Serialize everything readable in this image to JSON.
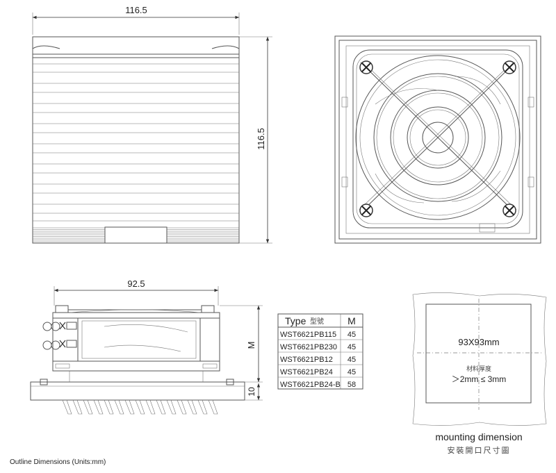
{
  "front_view": {
    "width_label": "116.5",
    "height_label": "116.5"
  },
  "side_view": {
    "width_label": "92.5",
    "m_label": "M",
    "base_label": "10"
  },
  "type_table": {
    "header_type": "Type",
    "header_type_cn": "型號",
    "header_m": "M",
    "rows": [
      {
        "type": "WST6621PB115",
        "m": "45"
      },
      {
        "type": "WST6621PB230",
        "m": "45"
      },
      {
        "type": "WST6621PB12",
        "m": "45"
      },
      {
        "type": "WST6621PB24",
        "m": "45"
      },
      {
        "type": "WST6621PB24-B",
        "m": "58"
      }
    ]
  },
  "mounting": {
    "size_label": "93X93mm",
    "thickness_cn": "材料厚度",
    "thickness_range": "＞2mm ≤ 3mm",
    "title": "mounting dimension",
    "title_cn": "安裝開口尺寸圖"
  },
  "footer": {
    "caption": "Outline Dimensions (Units:mm)"
  }
}
